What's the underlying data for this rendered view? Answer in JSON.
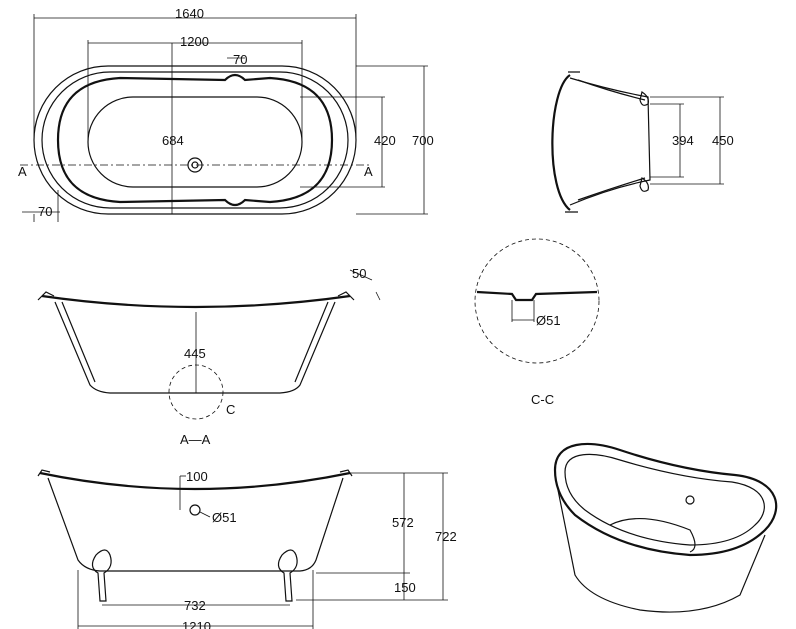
{
  "top_view": {
    "overall_length": "1640",
    "inner_length": "1200",
    "rim_top": "70",
    "inner_width": "684",
    "basin_width": "420",
    "overall_width": "700",
    "section_mark_left": "A",
    "section_mark_right": "A",
    "rim_side": "70"
  },
  "end_view": {
    "inner_height": "394",
    "outer_height": "450"
  },
  "section_a": {
    "rim_angle": "50",
    "depth": "445",
    "detail_mark": "C",
    "title": "A—A"
  },
  "detail_c": {
    "drain_dia": "Ø51",
    "title": "C-C"
  },
  "side_view": {
    "overflow_offset": "100",
    "overflow_dia": "Ø51",
    "body_height": "572",
    "total_height": "722",
    "foot_height": "150",
    "feet_spacing": "732",
    "base_length": "1210"
  }
}
